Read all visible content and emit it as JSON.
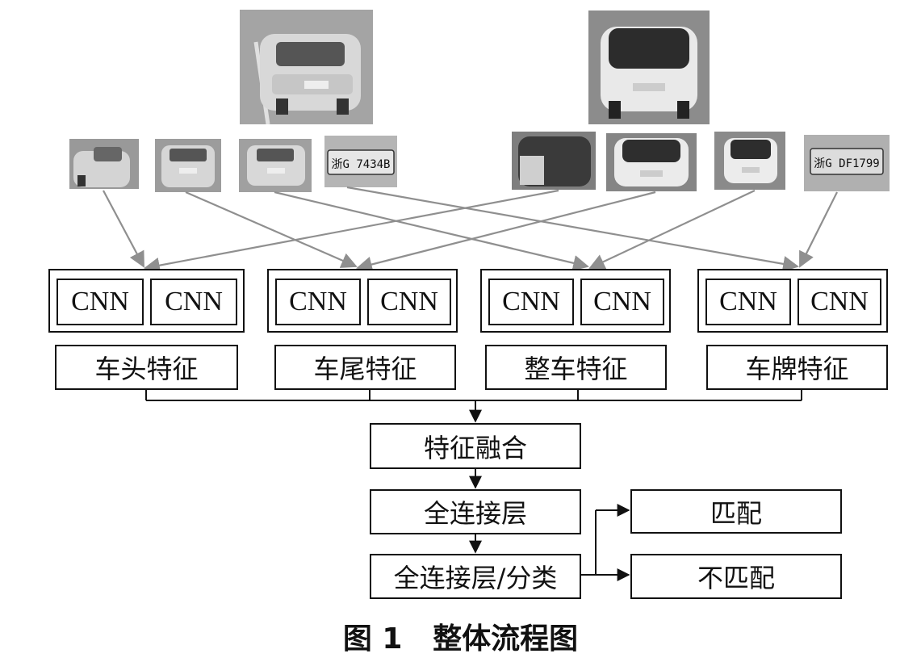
{
  "images": {
    "car1_main": "car-1-overview-photo",
    "car1_plate": "浙G 7434B",
    "car2_plate": "浙G DF1799"
  },
  "cnn_groups": [
    {
      "left_label": "CNN",
      "right_label": "CNN"
    },
    {
      "left_label": "CNN",
      "right_label": "CNN"
    },
    {
      "left_label": "CNN",
      "right_label": "CNN"
    },
    {
      "left_label": "CNN",
      "right_label": "CNN"
    }
  ],
  "features": [
    "车头特征",
    "车尾特征",
    "整车特征",
    "车牌特征"
  ],
  "fusion": "特征融合",
  "fc1": "全连接层",
  "fc2": "全连接层/分类",
  "outputs": {
    "match": "匹配",
    "no_match": "不匹配"
  },
  "caption": {
    "figure": "图 1",
    "title": "整体流程图"
  },
  "colors": {
    "arrow_gray": "#8f8f8f",
    "line_black": "#111111",
    "photo_gray": "#8a8a8a"
  }
}
